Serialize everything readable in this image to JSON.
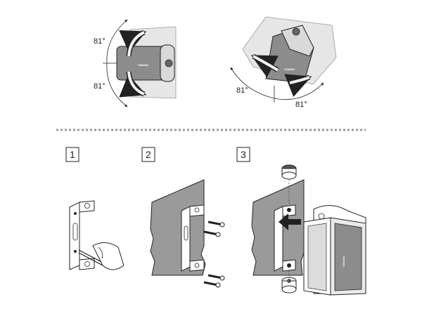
{
  "top_left": {
    "angle_up": "81°",
    "angle_down": "81°"
  },
  "top_right": {
    "angle_left": "81°",
    "angle_right": "81°"
  },
  "steps": [
    {
      "number": "1"
    },
    {
      "number": "2"
    },
    {
      "number": "3"
    }
  ],
  "brand_mark": "YAMAHA",
  "colors": {
    "line": "#222222",
    "wall": "#9a9a9a",
    "speaker_body": "#8a8a8a",
    "speaker_light": "#d2d2d2",
    "divider": "#999999"
  }
}
